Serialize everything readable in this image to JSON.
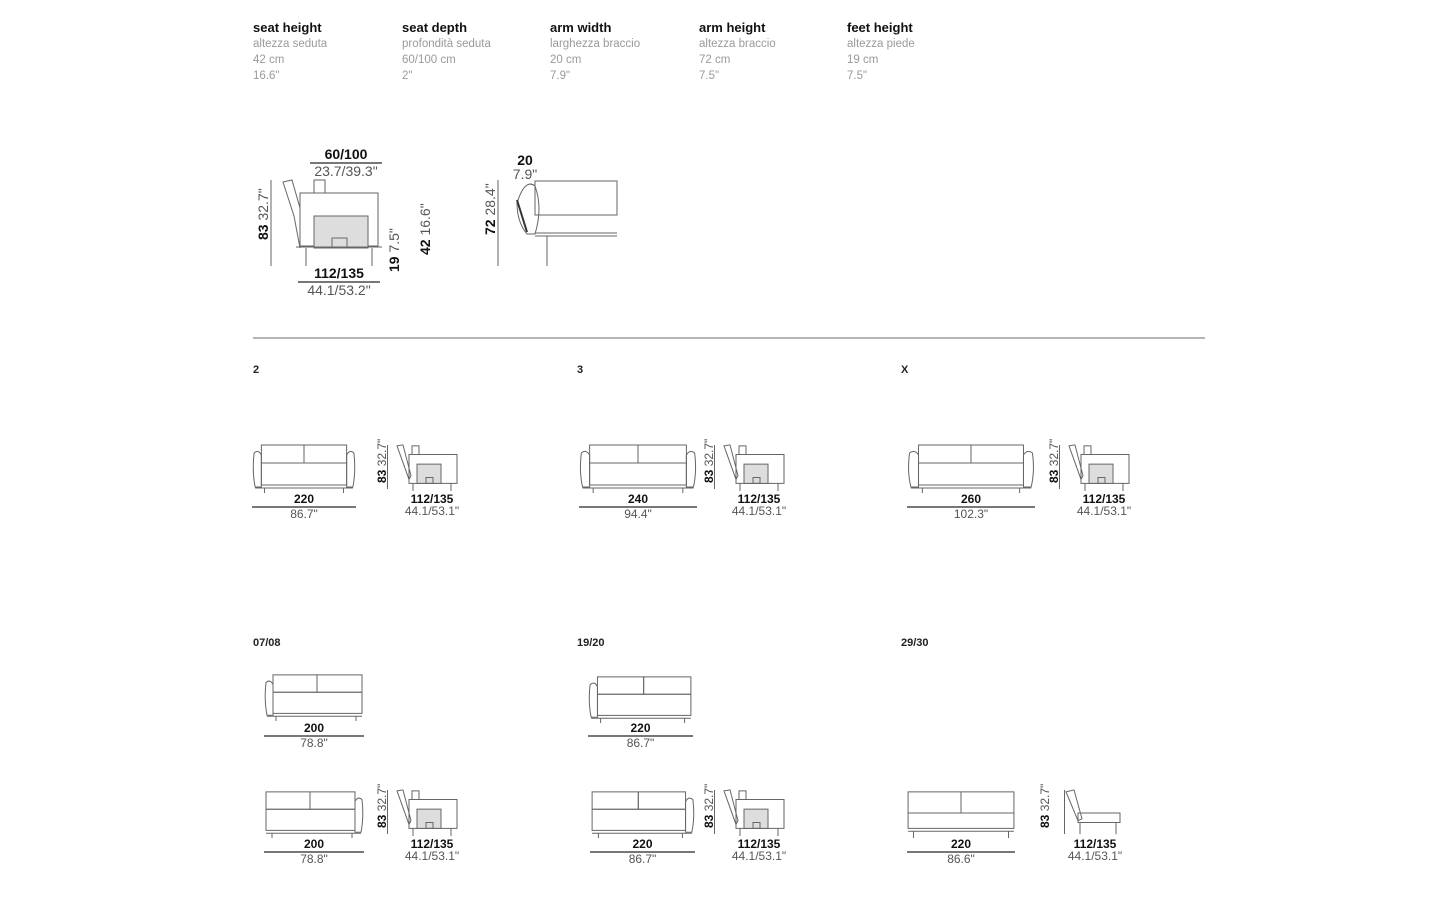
{
  "specs": [
    {
      "title": "seat height",
      "italian": "altezza seduta",
      "cm": "42 cm",
      "inch": "16.6\""
    },
    {
      "title": "seat depth",
      "italian": "profondità seduta",
      "cm": "60/100 cm",
      "inch": "2\""
    },
    {
      "title": "arm width",
      "italian": "larghezza braccio",
      "cm": "20 cm",
      "inch": "7.9\""
    },
    {
      "title": "arm height",
      "italian": "altezza braccio",
      "cm": "72 cm",
      "inch": "7.5\""
    },
    {
      "title": "feet height",
      "italian": "altezza piede",
      "cm": "19 cm",
      "inch": "7.5\""
    }
  ],
  "main_drawing": {
    "depth": "60/100",
    "depth_in": "23.7/39.3\"",
    "height": "83",
    "height_in": "32.7\"",
    "width": "112/135",
    "width_in": "44.1/53.2\"",
    "feet": "19",
    "feet_in": "7.5\"",
    "seat": "42",
    "seat_in": "16.6\""
  },
  "arm_drawing": {
    "arm": "20",
    "arm_in": "7.9\"",
    "height": "72",
    "height_in": "28.4\""
  },
  "models": [
    {
      "label": "2",
      "variants": [
        {
          "width": "220",
          "width_in": "86.7\"",
          "height": "83",
          "height_in": "32.7\"",
          "depth": "112/135",
          "depth_in": "44.1/53.1\""
        }
      ]
    },
    {
      "label": "3",
      "variants": [
        {
          "width": "240",
          "width_in": "94.4\"",
          "height": "83",
          "height_in": "32.7\"",
          "depth": "112/135",
          "depth_in": "44.1/53.1\""
        }
      ]
    },
    {
      "label": "X",
      "variants": [
        {
          "width": "260",
          "width_in": "102.3\"",
          "height": "83",
          "height_in": "32.7\"",
          "depth": "112/135",
          "depth_in": "44.1/53.1\""
        }
      ]
    },
    {
      "label": "07/08",
      "variants": [
        {
          "width": "200",
          "width_in": "78.8\""
        },
        {
          "width": "200",
          "width_in": "78.8\"",
          "height": "83",
          "height_in": "32.7\"",
          "depth": "112/135",
          "depth_in": "44.1/53.1\""
        }
      ]
    },
    {
      "label": "19/20",
      "variants": [
        {
          "width": "220",
          "width_in": "86.7\""
        },
        {
          "width": "220",
          "width_in": "86.7\"",
          "height": "83",
          "height_in": "32.7\"",
          "depth": "112/135",
          "depth_in": "44.1/53.1\""
        }
      ]
    },
    {
      "label": "29/30",
      "variants": [
        {
          "width": "220",
          "width_in": "86.6\"",
          "height": "83",
          "height_in": "32.7\"",
          "depth": "112/135",
          "depth_in": "44.1/53.1\""
        }
      ]
    }
  ]
}
